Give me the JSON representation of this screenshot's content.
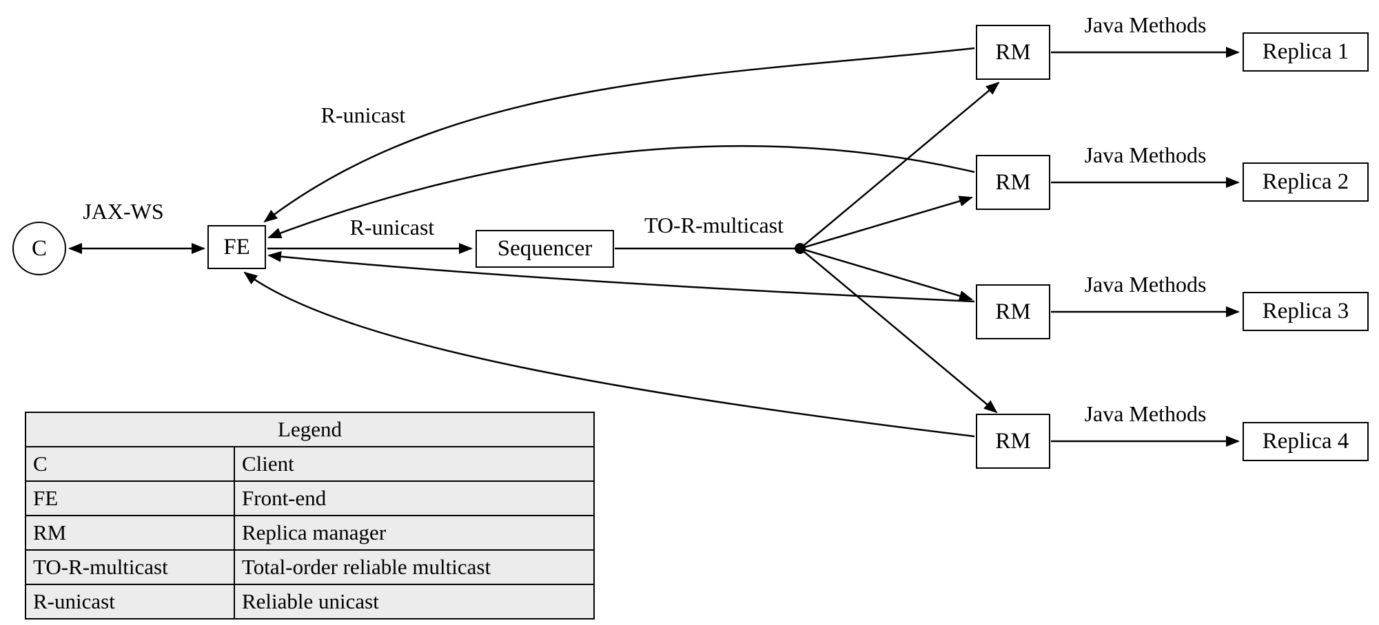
{
  "nodes": {
    "client": "C",
    "fe": "FE",
    "sequencer": "Sequencer",
    "rm": "RM",
    "replicas": [
      "Replica 1",
      "Replica 2",
      "Replica 3",
      "Replica 4"
    ]
  },
  "edge_labels": {
    "jax_ws": "JAX-WS",
    "r_unicast": "R-unicast",
    "to_r_multicast": "TO-R-multicast",
    "java_methods": "Java Methods"
  },
  "legend": {
    "title": "Legend",
    "rows": [
      {
        "key": "C",
        "value": "Client"
      },
      {
        "key": "FE",
        "value": "Front-end"
      },
      {
        "key": "RM",
        "value": "Replica manager"
      },
      {
        "key": "TO-R-multicast",
        "value": "Total-order reliable multicast"
      },
      {
        "key": "R-unicast",
        "value": "Reliable unicast"
      }
    ]
  },
  "colors": {
    "line": "#000000",
    "box_background": "#ffffff",
    "legend_background": "#ececec"
  }
}
